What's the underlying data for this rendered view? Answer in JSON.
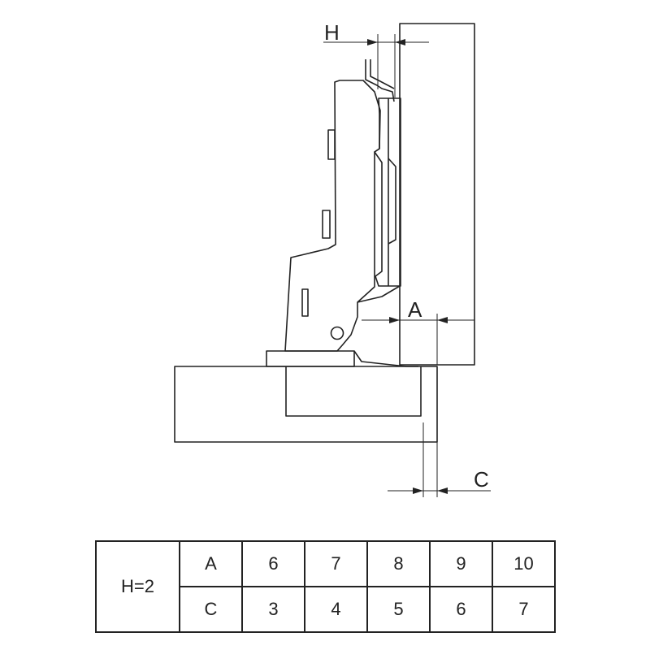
{
  "drawing": {
    "dimension_labels": {
      "h": "H",
      "a": "A",
      "c": "C"
    },
    "line_color": "#222222"
  },
  "table": {
    "header": "H=2",
    "rows": [
      {
        "param": "A",
        "values": [
          "6",
          "7",
          "8",
          "9",
          "10"
        ]
      },
      {
        "param": "C",
        "values": [
          "3",
          "4",
          "5",
          "6",
          "7"
        ]
      }
    ]
  }
}
